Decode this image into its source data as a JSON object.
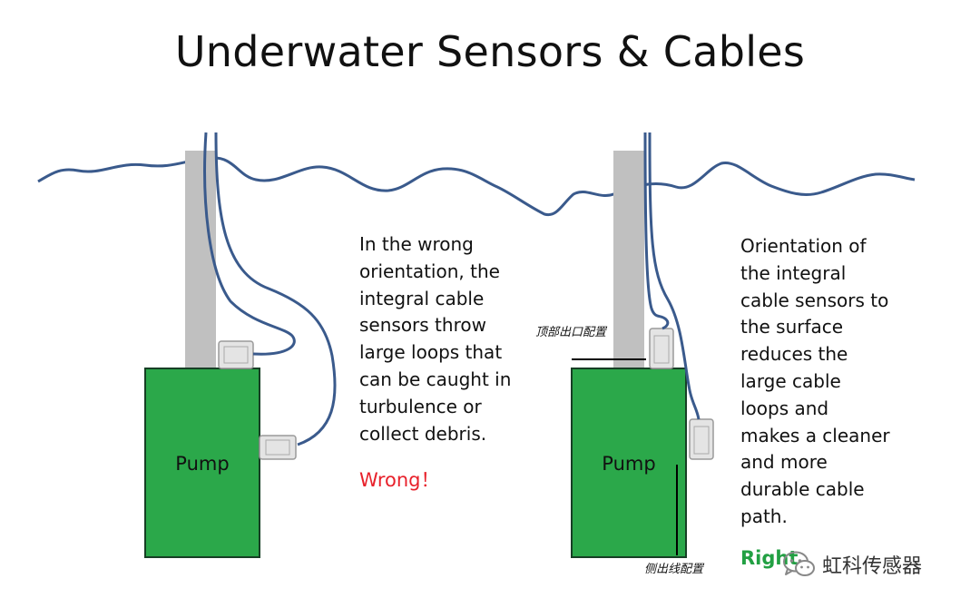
{
  "title": "Underwater Sensors & Cables",
  "left": {
    "pump_label": "Pump",
    "description_lines": [
      "In the wrong",
      "orientation, the",
      "integral cable",
      "sensors throw",
      "large loops that",
      "can be caught in",
      "turbulence or",
      "collect debris."
    ],
    "verdict": "Wrong！",
    "verdict_color": "#e8212b"
  },
  "right": {
    "pump_label": "Pump",
    "description_lines": [
      "Orientation of",
      "the integral",
      "cable sensors to",
      "the surface",
      "reduces the",
      "large cable",
      "loops and",
      "makes a cleaner",
      "and more",
      "durable cable",
      "path."
    ],
    "verdict": "Right",
    "verdict_color": "#22a043",
    "top_outlet_label": "顶部出口配置",
    "side_outlet_label": "侧出线配置"
  },
  "watermark": {
    "text": "虹科传感器",
    "icon": "wechat-icon"
  },
  "colors": {
    "pump": "#2ba84a",
    "pipe": "#c0c0c0",
    "water": "#3a5a8c",
    "cable": "#3a5a8c"
  }
}
